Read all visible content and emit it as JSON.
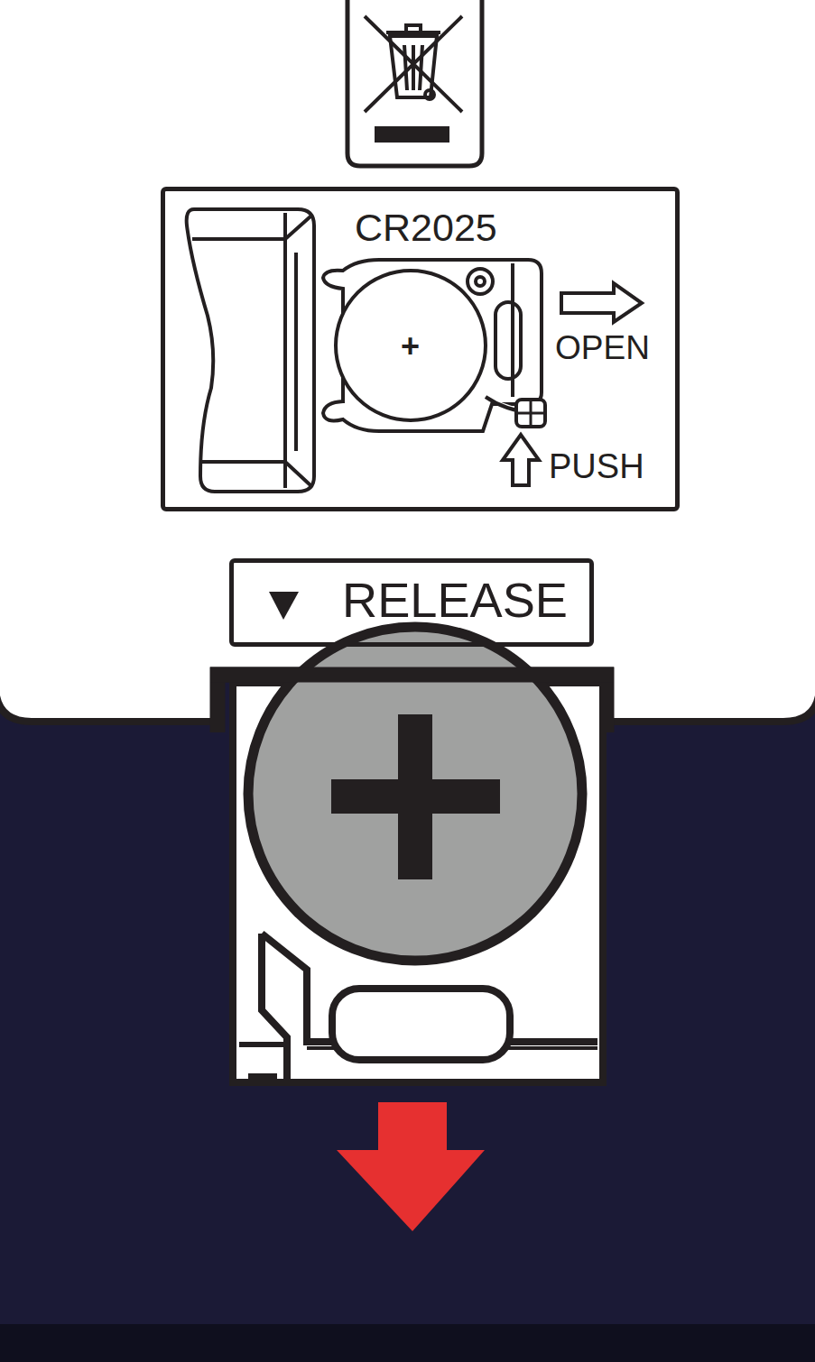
{
  "diagram": {
    "nodes": [
      {
        "text": [
          "CR2025",
          "OPEN",
          "PUSH"
        ]
      },
      {
        "text": [
          "RELEASE"
        ]
      }
    ],
    "labels": [
      "+"
    ]
  }
}
